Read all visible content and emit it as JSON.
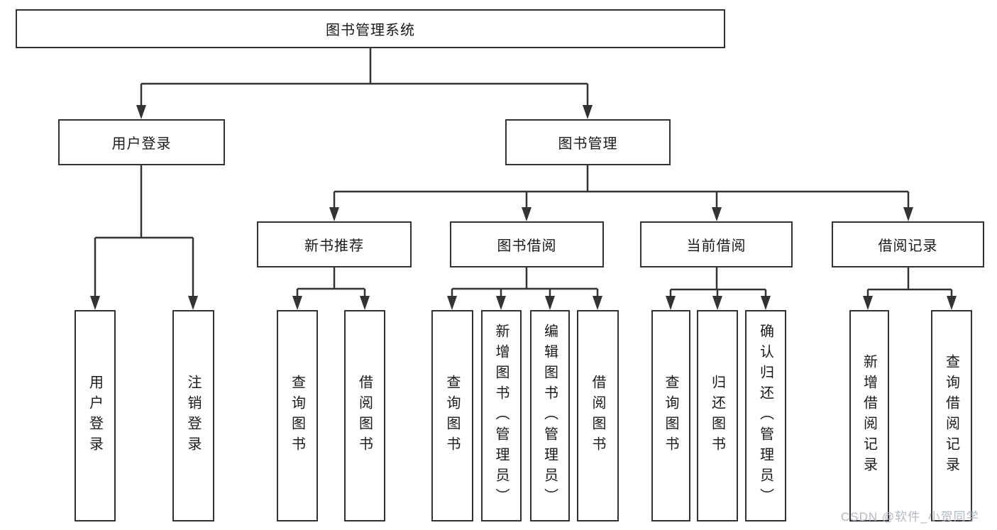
{
  "diagram": {
    "root": {
      "label": "图书管理系统"
    },
    "branches": [
      {
        "label": "用户登录",
        "children": [
          {
            "label": "用户登录"
          },
          {
            "label": "注销登录"
          }
        ]
      },
      {
        "label": "图书管理",
        "children": [
          {
            "label": "新书推荐",
            "children": [
              {
                "label": "查询图书"
              },
              {
                "label": "借阅图书"
              }
            ]
          },
          {
            "label": "图书借阅",
            "children": [
              {
                "label": "查询图书"
              },
              {
                "label": "新增图书（管理员）"
              },
              {
                "label": "编辑图书（管理员）"
              },
              {
                "label": "借阅图书"
              }
            ]
          },
          {
            "label": "当前借阅",
            "children": [
              {
                "label": "查询图书"
              },
              {
                "label": "归还图书"
              },
              {
                "label": "确认归还（管理员）"
              }
            ]
          },
          {
            "label": "借阅记录",
            "children": [
              {
                "label": "新增借阅记录"
              },
              {
                "label": "查询借阅记录"
              }
            ]
          }
        ]
      }
    ]
  },
  "watermark": {
    "text": "CSDN @软件_小贺同学"
  },
  "colors": {
    "line": "#333333",
    "border": "#333333",
    "text": "#1a1a1a",
    "background": "#ffffff",
    "watermark": "#b3b8c2"
  }
}
